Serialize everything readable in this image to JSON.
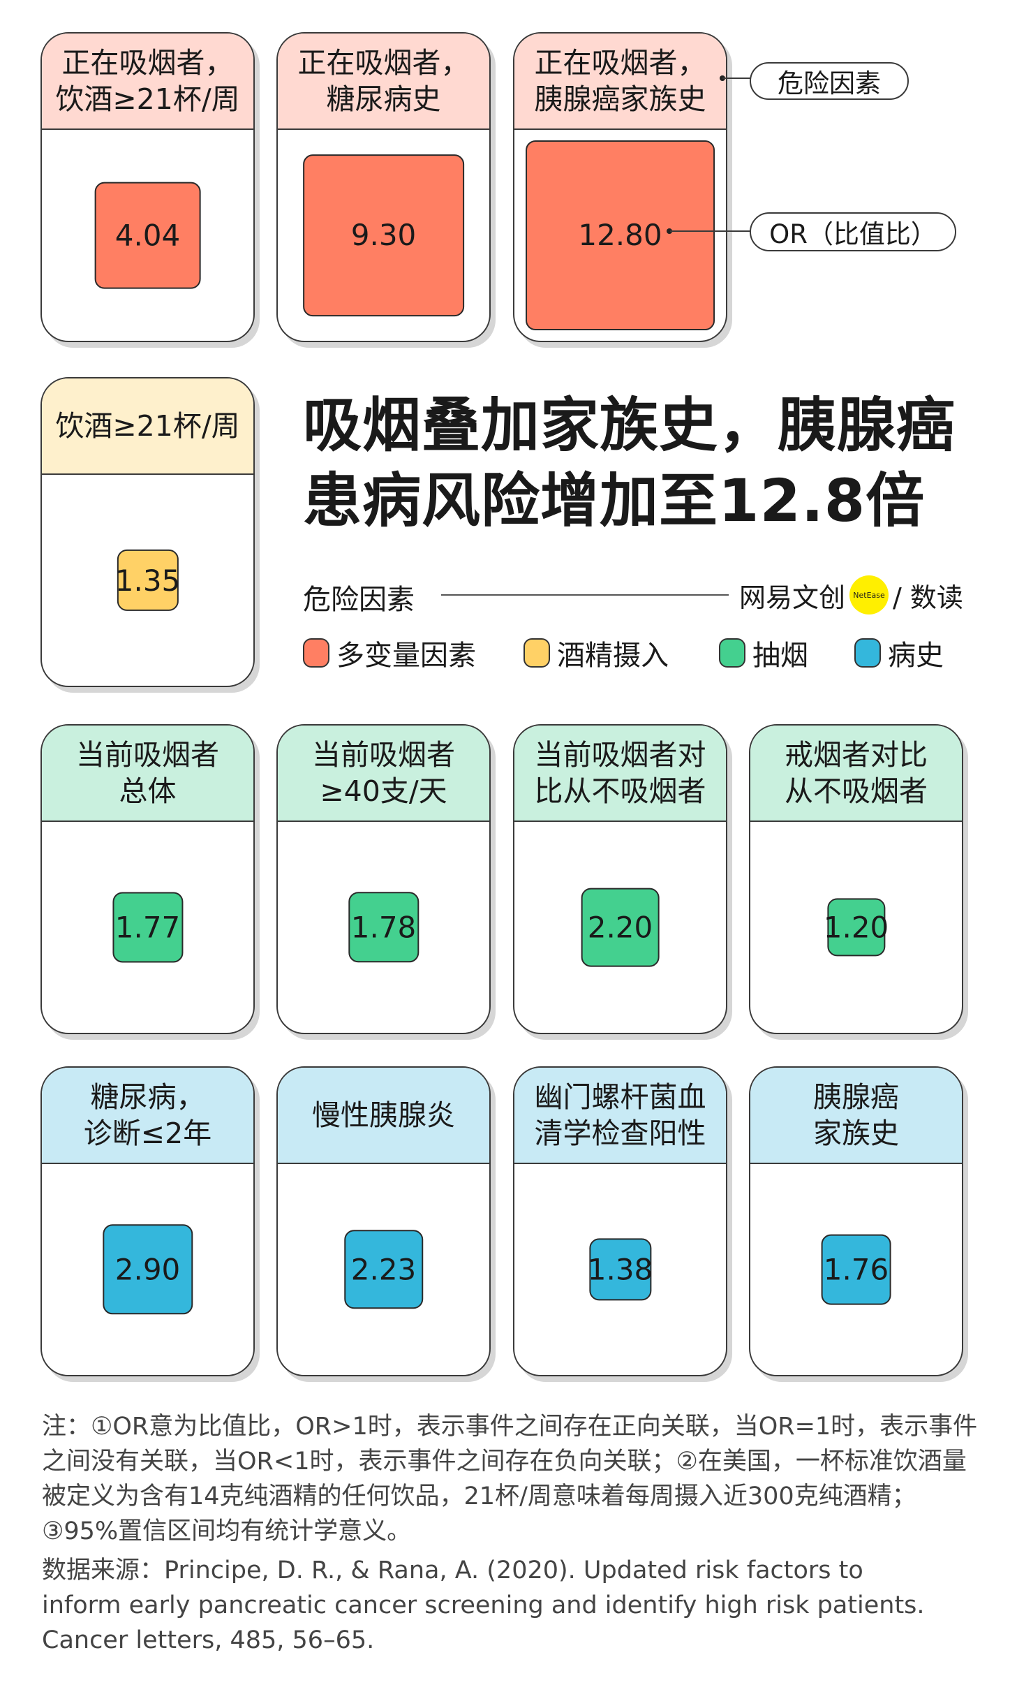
{
  "cards": [
    {
      "label": "正在吸烟者，\n饮酒≥21杯/周",
      "or": 4.04,
      "display": "4.04",
      "category": "multivariate"
    },
    {
      "label": "正在吸烟者，\n糖尿病史",
      "or": 9.3,
      "display": "9.30",
      "category": "multivariate"
    },
    {
      "label": "正在吸烟者，\n胰腺癌家族史",
      "or": 12.8,
      "display": "12.80",
      "category": "multivariate"
    },
    {
      "label": "饮酒≥21杯/周",
      "or": 1.35,
      "display": "1.35",
      "category": "alcohol"
    },
    {
      "label": "当前吸烟者\n总体",
      "or": 1.77,
      "display": "1.77",
      "category": "smoking"
    },
    {
      "label": "当前吸烟者\n≥40支/天",
      "or": 1.78,
      "display": "1.78",
      "category": "smoking"
    },
    {
      "label": "当前吸烟者对\n比从不吸烟者",
      "or": 2.2,
      "display": "2.20",
      "category": "smoking"
    },
    {
      "label": "戒烟者对比\n从不吸烟者",
      "or": 1.2,
      "display": "1.20",
      "category": "smoking"
    },
    {
      "label": "糖尿病，\n诊断≤2年",
      "or": 2.9,
      "display": "2.90",
      "category": "history"
    },
    {
      "label": "慢性胰腺炎",
      "or": 2.23,
      "display": "2.23",
      "category": "history"
    },
    {
      "label": "幽门螺杆菌血\n清学检查阳性",
      "or": 1.38,
      "display": "1.38",
      "category": "history"
    },
    {
      "label": "胰腺癌\n家族史",
      "or": 1.76,
      "display": "1.76",
      "category": "history"
    }
  ],
  "categories": {
    "multivariate": {
      "label": "多变量因素",
      "color": "#FF7F63",
      "header": "#FFD9D1"
    },
    "alcohol": {
      "label": "酒精摄入",
      "color": "#FFD166",
      "header": "#FEF0CC"
    },
    "smoking": {
      "label": "抽烟",
      "color": "#44D08F",
      "header": "#C9F0DE"
    },
    "history": {
      "label": "病史",
      "color": "#34B7DC",
      "header": "#C8EAF5"
    }
  },
  "annotations": {
    "factor": "危险因素",
    "or": "OR（比值比）"
  },
  "title": "吸烟叠加家族史，胰腺癌\n患病风险增加至12.8倍",
  "legend": {
    "heading": "危险因素"
  },
  "logo": {
    "brand": "网易文创",
    "badge": "NetEase",
    "suffix": "/ 数读"
  },
  "notes": "注：①OR意为比值比，OR>1时，表示事件之间存在正向关联，当OR=1时，表示事件之间没有关联，当OR<1时，表示事件之间存在负向关联；②在美国，一杯标准饮酒量被定义为含有14克纯酒精的任何饮品，21杯/周意味着每周摄入近300克纯酒精；③95%置信区间均有统计学意义。",
  "source": "数据来源：Principe, D. R., & Rana, A. (2020). Updated risk factors to inform early pancreatic cancer screening and identify high risk patients. Cancer letters, 485, 56–65."
}
